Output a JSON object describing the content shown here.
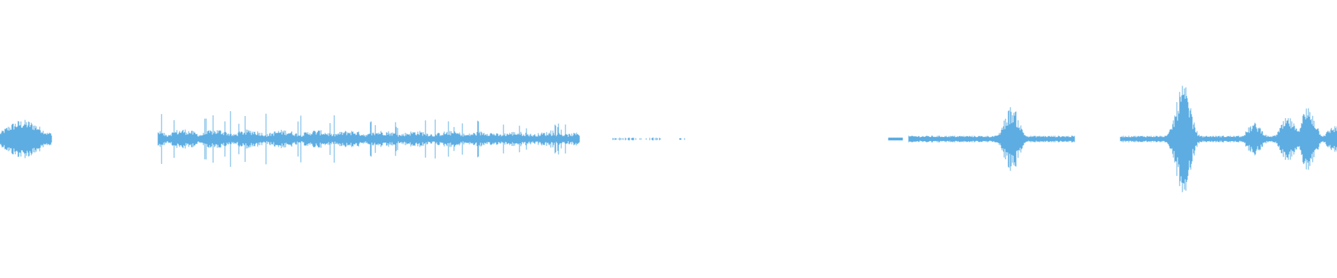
{
  "waveform": {
    "color": "#5dade2",
    "background": "#ffffff",
    "duration_s": 60,
    "segments": [
      {
        "start": 0.0,
        "end": 2.3,
        "peak": 0.14,
        "texture": "swell"
      },
      {
        "start": 7.1,
        "end": 26.0,
        "peak": 0.22,
        "texture": "speech"
      },
      {
        "start": 27.5,
        "end": 29.6,
        "peak": 0.01,
        "texture": "sparse"
      },
      {
        "start": 30.5,
        "end": 30.7,
        "peak": 0.01,
        "texture": "sparse"
      },
      {
        "start": 39.9,
        "end": 40.5,
        "peak": 0.01,
        "texture": "flat"
      },
      {
        "start": 40.8,
        "end": 48.2,
        "peak": 0.24,
        "texture": "burst"
      },
      {
        "start": 50.3,
        "end": 60.0,
        "peak": 0.4,
        "texture": "burst"
      }
    ],
    "bursts": [
      {
        "t": 45.4,
        "peak": 0.24
      },
      {
        "t": 53.1,
        "peak": 0.4
      },
      {
        "t": 56.3,
        "peak": 0.12
      },
      {
        "t": 57.8,
        "peak": 0.16
      },
      {
        "t": 58.7,
        "peak": 0.24
      },
      {
        "t": 59.9,
        "peak": 0.1
      }
    ]
  }
}
